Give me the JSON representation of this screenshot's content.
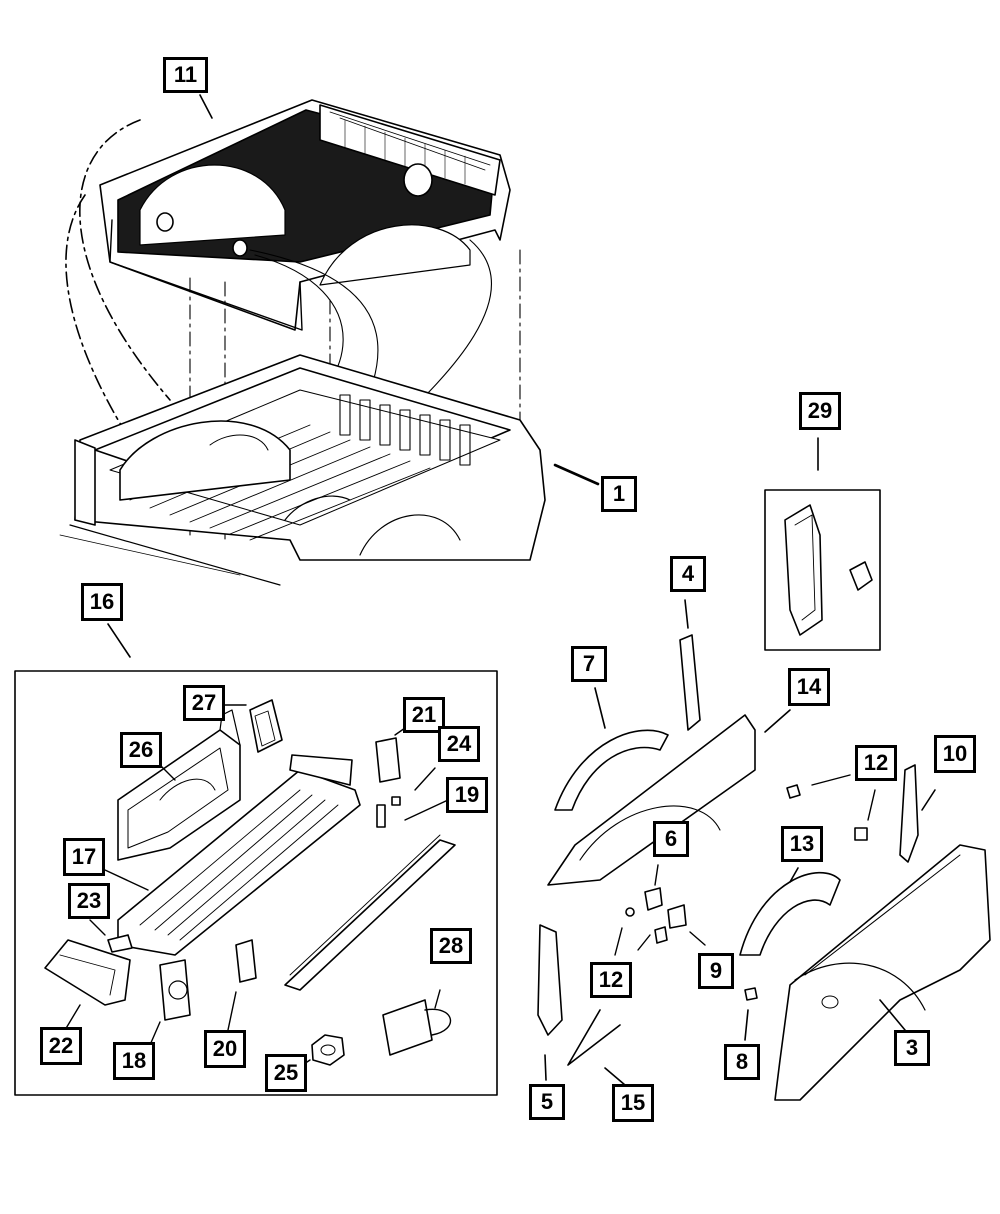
{
  "callouts": {
    "c1": "1",
    "c3": "3",
    "c4": "4",
    "c5": "5",
    "c6": "6",
    "c7": "7",
    "c8": "8",
    "c9": "9",
    "c10": "10",
    "c11": "11",
    "c12a": "12",
    "c12b": "12",
    "c13": "13",
    "c14": "14",
    "c15": "15",
    "c16": "16",
    "c17": "17",
    "c18": "18",
    "c19": "19",
    "c20": "20",
    "c21": "21",
    "c22": "22",
    "c23": "23",
    "c24": "24",
    "c25": "25",
    "c26": "26",
    "c27": "27",
    "c28": "28",
    "c29": "29"
  },
  "colors": {
    "line": "#000000",
    "fill_dark": "#1a1a1a",
    "fill_light": "#ffffff"
  }
}
